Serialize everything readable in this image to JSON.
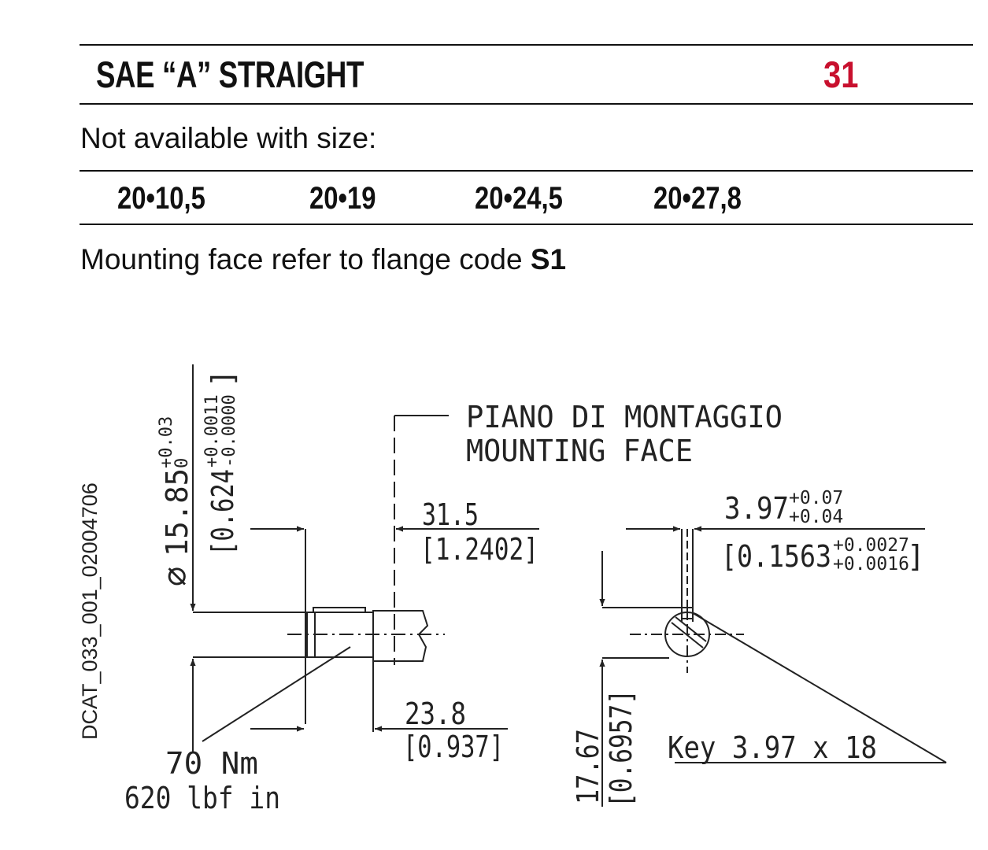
{
  "header": {
    "title": "SAE “A” STRAIGHT",
    "code": "31",
    "code_color": "#c8102e"
  },
  "availability": {
    "label": "Not available with size:",
    "sizes": [
      "20•10,5",
      "20•19",
      "20•24,5",
      "20•27,8"
    ]
  },
  "mounting": {
    "prefix": "Mounting face refer to flange code ",
    "flange_code": "S1"
  },
  "drawing": {
    "doc_id": "DCAT_033_001_02004706",
    "mounting_face_it": "PIANO DI MONTAGGIO",
    "mounting_face_en": "MOUNTING FACE",
    "shaft_diameter": {
      "symbol": "⌀",
      "value": "15.85",
      "tol_upper": "+0.03",
      "tol_lower": "0",
      "inch_value": "[0.624",
      "inch_tol_upper": "+0.0011",
      "inch_tol_lower": "-0.0000",
      "inch_close": "]"
    },
    "length_mounting": {
      "mm": "31.5",
      "inch": "[1.2402]"
    },
    "length_key": {
      "mm": "23.8",
      "inch": "[0.937]"
    },
    "torque": {
      "metric": "70 Nm",
      "imperial": "620 lbf in"
    },
    "key_width": {
      "mm": "3.97",
      "tol_upper": "+0.07",
      "tol_lower": "+0.04",
      "inch_value": "[0.1563",
      "inch_tol_upper": "+0.0027",
      "inch_tol_lower": "+0.0016",
      "inch_close": "]"
    },
    "key_height": {
      "mm": "17.67",
      "inch": "[0.6957]"
    },
    "key_label": "Key 3.97 x 18"
  }
}
